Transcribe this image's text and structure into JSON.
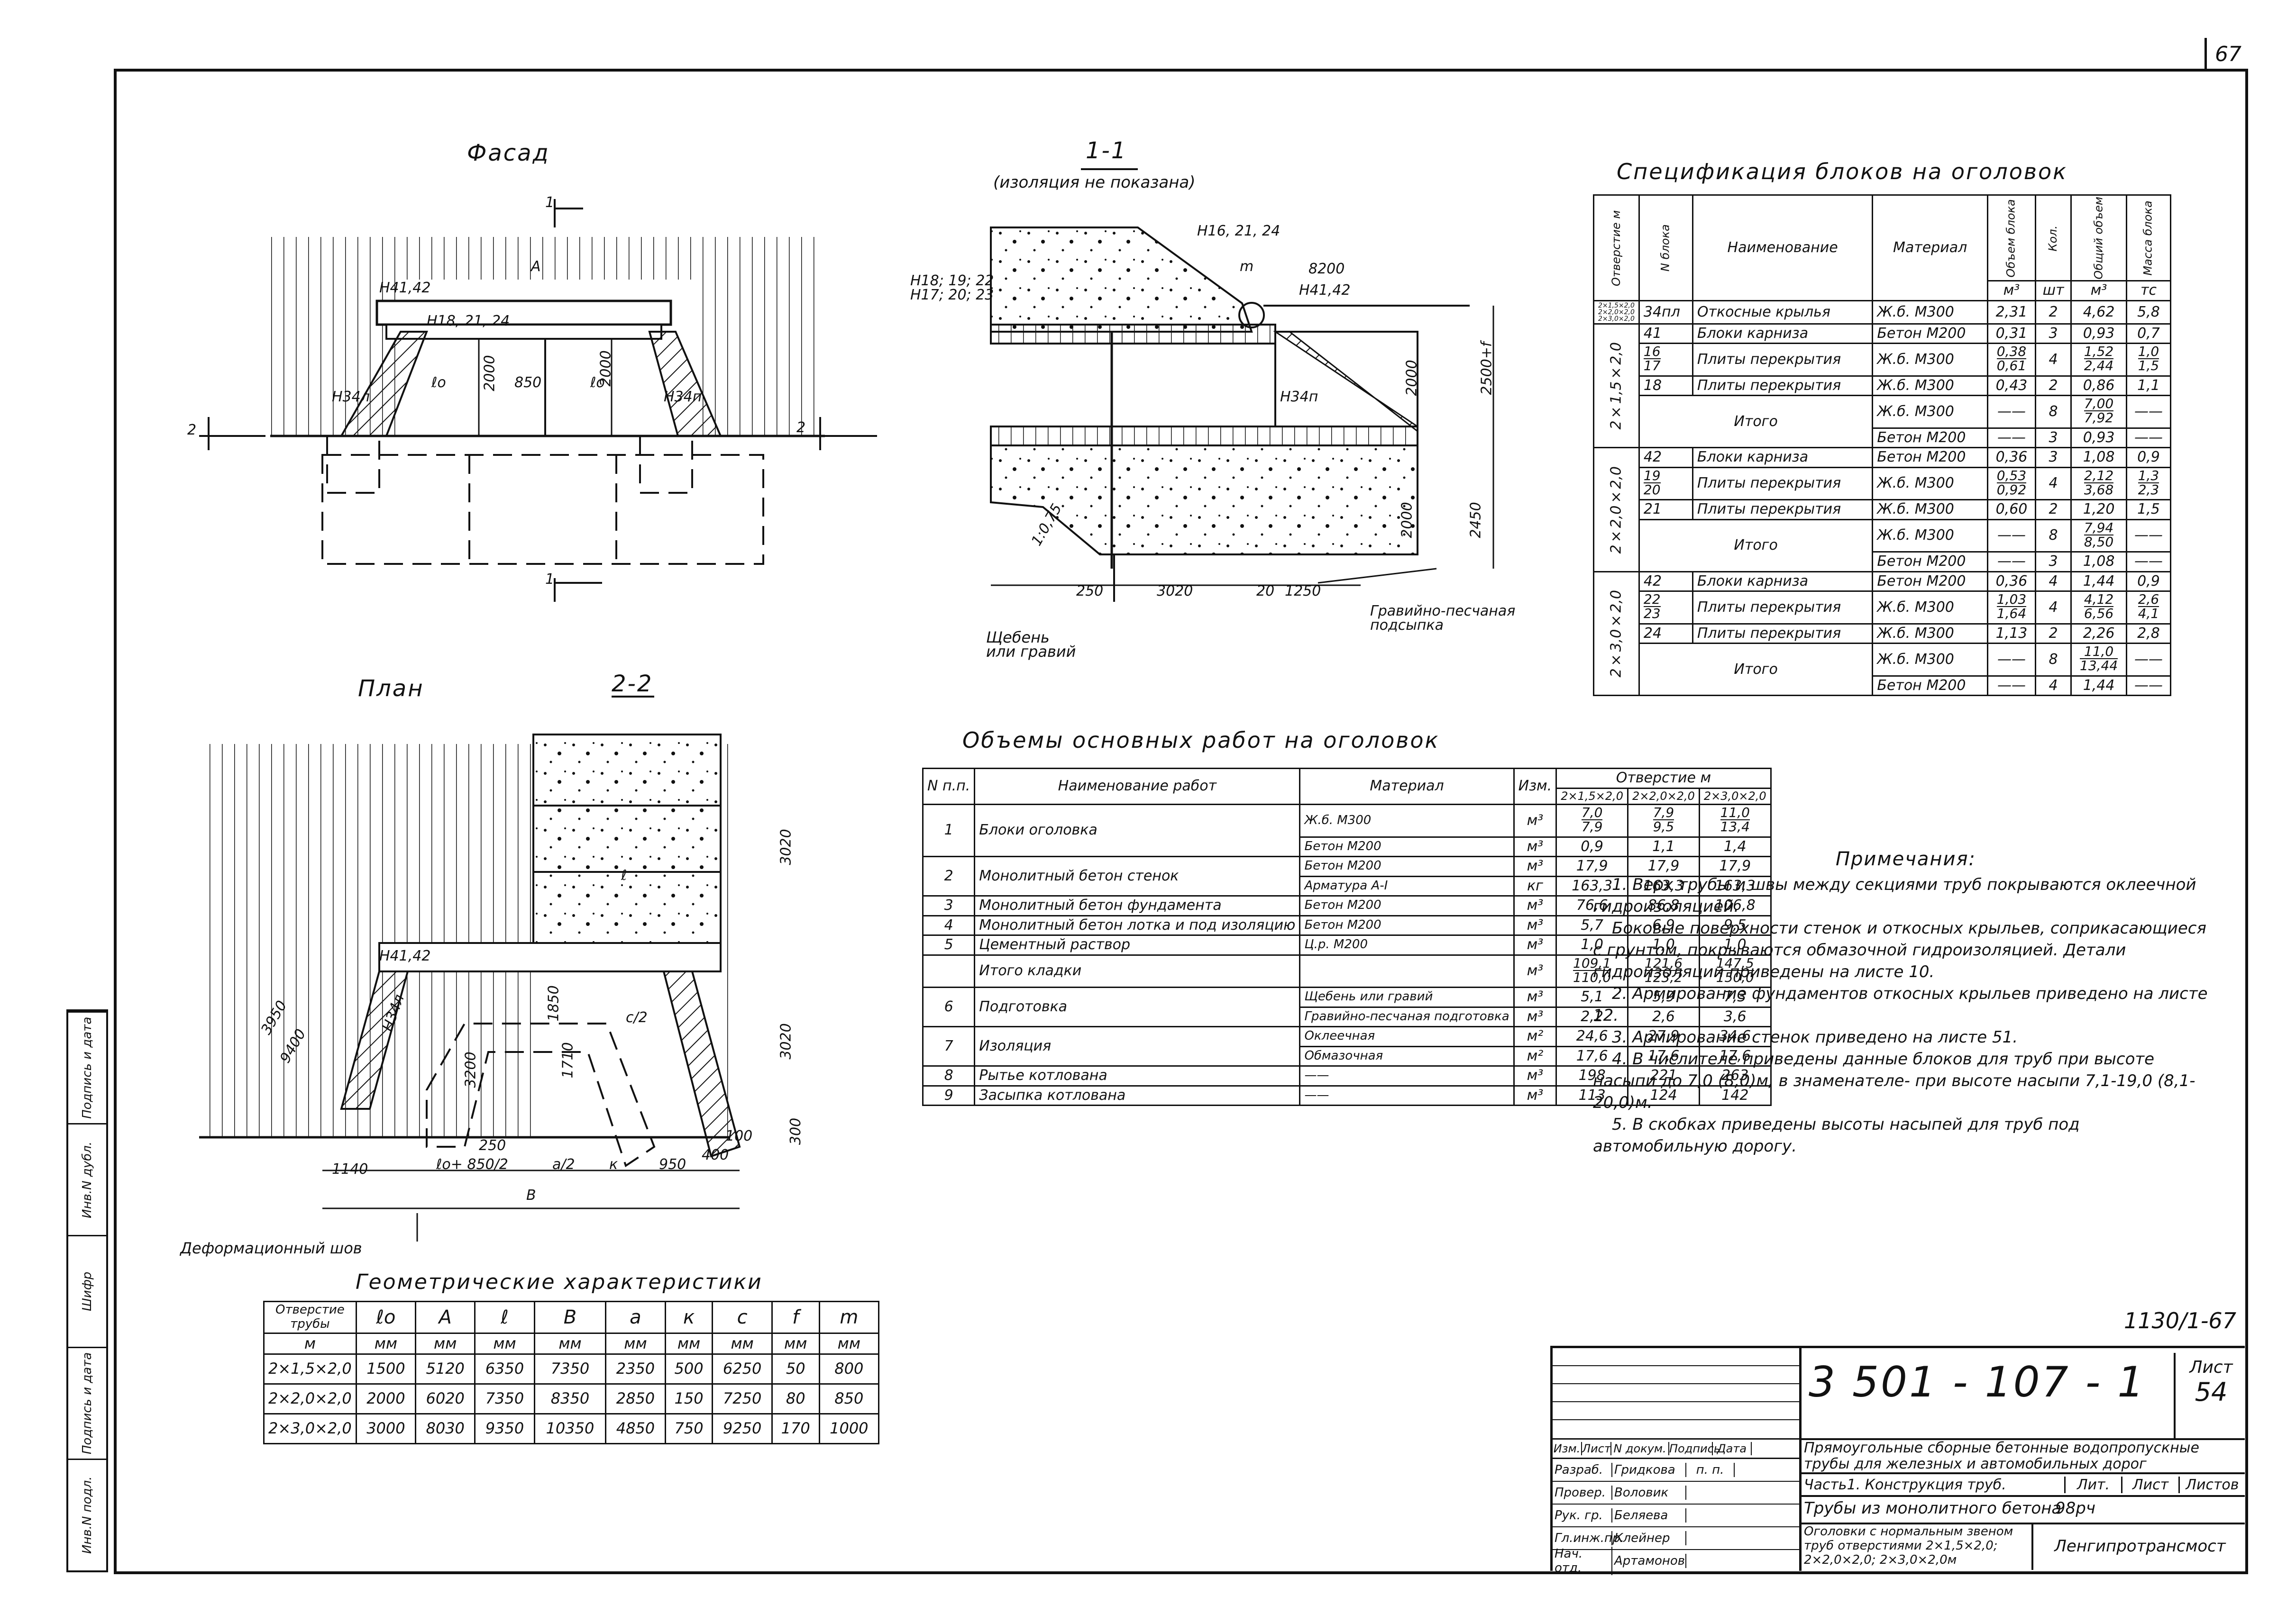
{
  "sheet_number": "67",
  "drawings": {
    "fasad": {
      "title": "Фасад",
      "labels": [
        "1",
        "1",
        "2",
        "2",
        "А",
        "Н41,42",
        "Н18, 21, 24",
        "Н34л",
        "Н34п",
        "ℓo",
        "ℓo",
        "2000",
        "850",
        "2000"
      ]
    },
    "section_1_1": {
      "title": "1-1",
      "subtitle": "(изоляция не показана)",
      "labels": [
        "Н16, 21, 24",
        "Н18; 19; 22",
        "Н17; 20; 23",
        "m",
        "8200",
        "Н41,42",
        "Н34п",
        "2000",
        "2500+f",
        "2000",
        "2450",
        "250",
        "3020",
        "20",
        "1250",
        "1:0,75"
      ],
      "callouts": [
        "Щебень или гравий",
        "Гравийно-песчаная подсыпка"
      ]
    },
    "plan": {
      "title": "План",
      "labels": [
        "Н41,42",
        "Н34л",
        "3950",
        "9400",
        "3200",
        "1850",
        "1710",
        "250",
        "1140",
        "ℓo+ 850/2",
        "a/2",
        "к",
        "950",
        "B",
        "c/2",
        "100",
        "400",
        "300"
      ],
      "callouts": [
        "Деформационный шов"
      ]
    },
    "section_2_2": {
      "title": "2-2",
      "labels": [
        "3020",
        "3020",
        "ℓ"
      ]
    }
  },
  "volumes_table": {
    "title": "Объемы основных работ на оголовок",
    "headers": {
      "num": "N п.п.",
      "name": "Наименование работ",
      "material": "Материал",
      "unit": "Изм.",
      "group": "Отверстие м",
      "cols": [
        "2×1,5×2,0",
        "2×2,0×2,0",
        "2×3,0×2,0"
      ]
    },
    "rows": [
      {
        "num": "1",
        "name": "Блоки оголовка",
        "sub": [
          {
            "material": "Ж.б. М300",
            "unit": "м³",
            "v": [
              [
                "7,0",
                "7,9"
              ],
              [
                "7,9",
                "9,5"
              ],
              [
                "11,0",
                "13,4"
              ]
            ]
          },
          {
            "material": "Бетон М200",
            "unit": "м³",
            "v": [
              "0,9",
              "1,1",
              "1,4"
            ]
          }
        ]
      },
      {
        "num": "2",
        "name": "Монолитный бетон стенок",
        "sub": [
          {
            "material": "Бетон М200",
            "unit": "м³",
            "v": [
              "17,9",
              "17,9",
              "17,9"
            ]
          },
          {
            "material": "Арматура А-I",
            "unit": "кг",
            "v": [
              "163,3",
              "163,3",
              "163,3"
            ]
          }
        ]
      },
      {
        "num": "3",
        "name": "Монолитный бетон фундамента",
        "sub": [
          {
            "material": "Бетон М200",
            "unit": "м³",
            "v": [
              "76,6",
              "86,8",
              "106,8"
            ]
          }
        ]
      },
      {
        "num": "4",
        "name": "Монолитный бетон лотка и под изоляцию",
        "sub": [
          {
            "material": "Бетон М200",
            "unit": "м³",
            "v": [
              "5,7",
              "6,9",
              "9,5"
            ]
          }
        ]
      },
      {
        "num": "5",
        "name": "Цементный раствор",
        "sub": [
          {
            "material": "Ц.р. М200",
            "unit": "м³",
            "v": [
              "1,0",
              "1,0",
              "1,0"
            ]
          }
        ]
      },
      {
        "num": "",
        "name": "Итого кладки",
        "sub": [
          {
            "material": "",
            "unit": "м³",
            "v": [
              [
                "109,1",
                "110,0"
              ],
              [
                "121,6",
                "123,2"
              ],
              [
                "147,5",
                "150,0"
              ]
            ]
          }
        ]
      },
      {
        "num": "6",
        "name": "Подготовка",
        "sub": [
          {
            "material": "Щебень или гравий",
            "unit": "м³",
            "v": [
              "5,1",
              "5,9",
              "7,3"
            ]
          },
          {
            "material": "Гравийно-песчаная подготовка",
            "unit": "м³",
            "v": [
              "2,2",
              "2,6",
              "3,6"
            ]
          }
        ]
      },
      {
        "num": "7",
        "name": "Изоляция",
        "sub": [
          {
            "material": "Оклеечная",
            "unit": "м²",
            "v": [
              "24,6",
              "27,9",
              "34,6"
            ]
          },
          {
            "material": "Обмазочная",
            "unit": "м²",
            "v": [
              "17,6",
              "17,6",
              "17,6"
            ]
          }
        ]
      },
      {
        "num": "8",
        "name": "Рытье котлована",
        "sub": [
          {
            "material": "——",
            "unit": "м³",
            "v": [
              "198",
              "221",
              "263"
            ]
          }
        ]
      },
      {
        "num": "9",
        "name": "Засыпка котлована",
        "sub": [
          {
            "material": "——",
            "unit": "м³",
            "v": [
              "113",
              "124",
              "142"
            ]
          }
        ]
      }
    ]
  },
  "spec_table": {
    "title": "Спецификация блоков на оголовок",
    "headers": {
      "opening": "Отверстие м",
      "num": "N блока",
      "name": "Наименование",
      "material": "Материал",
      "vol": "Объем блока",
      "qty": "Кол.",
      "total": "Общий объем",
      "mass": "Масса блока",
      "units": [
        "м³",
        "шт",
        "м³",
        "тс"
      ]
    },
    "top_row": {
      "opening": "2×1,5×2,0 2×2,0×2,0 2×3,0×2,0",
      "num": "34пл",
      "name": "Откосные крылья",
      "material": "Ж.б. М300",
      "vol": "2,31",
      "qty": "2",
      "total": "4,62",
      "mass": "5,8"
    },
    "groups": [
      {
        "opening": "2×1,5×2,0",
        "rows": [
          {
            "num": "41",
            "name": "Блоки карнизa",
            "material": "Бетон М200",
            "vol": "0,31",
            "qty": "3",
            "total": "0,93",
            "mass": "0,7"
          },
          {
            "num": [
              "16",
              "17"
            ],
            "name": "Плиты перекрытия",
            "material": "Ж.б. М300",
            "vol": [
              "0,38",
              "0,61"
            ],
            "qty": "4",
            "total": [
              "1,52",
              "2,44"
            ],
            "mass": [
              "1,0",
              "1,5"
            ]
          },
          {
            "num": "18",
            "name": "Плиты перекрытия",
            "material": "Ж.б. М300",
            "vol": "0,43",
            "qty": "2",
            "total": "0,86",
            "mass": "1,1"
          }
        ],
        "total": {
          "label": "Итого",
          "rows": [
            {
              "material": "Ж.б. М300",
              "vol": "——",
              "qty": "8",
              "total": [
                "7,00",
                "7,92"
              ],
              "mass": "——"
            },
            {
              "material": "Бетон М200",
              "vol": "——",
              "qty": "3",
              "total": "0,93",
              "mass": "——"
            }
          ]
        }
      },
      {
        "opening": "2×2,0×2,0",
        "rows": [
          {
            "num": "42",
            "name": "Блоки карнизa",
            "material": "Бетон М200",
            "vol": "0,36",
            "qty": "3",
            "total": "1,08",
            "mass": "0,9"
          },
          {
            "num": [
              "19",
              "20"
            ],
            "name": "Плиты перекрытия",
            "material": "Ж.б. М300",
            "vol": [
              "0,53",
              "0,92"
            ],
            "qty": "4",
            "total": [
              "2,12",
              "3,68"
            ],
            "mass": [
              "1,3",
              "2,3"
            ]
          },
          {
            "num": "21",
            "name": "Плиты перекрытия",
            "material": "Ж.б. М300",
            "vol": "0,60",
            "qty": "2",
            "total": "1,20",
            "mass": "1,5"
          }
        ],
        "total": {
          "label": "Итого",
          "rows": [
            {
              "material": "Ж.б. М300",
              "vol": "——",
              "qty": "8",
              "total": [
                "7,94",
                "8,50"
              ],
              "mass": "——"
            },
            {
              "material": "Бетон М200",
              "vol": "——",
              "qty": "3",
              "total": "1,08",
              "mass": "——"
            }
          ]
        }
      },
      {
        "opening": "2×3,0×2,0",
        "rows": [
          {
            "num": "42",
            "name": "Блоки карнизa",
            "material": "Бетон М200",
            "vol": "0,36",
            "qty": "4",
            "total": "1,44",
            "mass": "0,9"
          },
          {
            "num": [
              "22",
              "23"
            ],
            "name": "Плиты перекрытия",
            "material": "Ж.б. М300",
            "vol": [
              "1,03",
              "1,64"
            ],
            "qty": "4",
            "total": [
              "4,12",
              "6,56"
            ],
            "mass": [
              "2,6",
              "4,1"
            ]
          },
          {
            "num": "24",
            "name": "Плиты перекрытия",
            "material": "Ж.б. М300",
            "vol": "1,13",
            "qty": "2",
            "total": "2,26",
            "mass": "2,8"
          }
        ],
        "total": {
          "label": "Итого",
          "rows": [
            {
              "material": "Ж.б. М300",
              "vol": "——",
              "qty": "8",
              "total": [
                "11,0",
                "13,44"
              ],
              "mass": "——"
            },
            {
              "material": "Бетон М200",
              "vol": "——",
              "qty": "4",
              "total": "1,44",
              "mass": "——"
            }
          ]
        }
      }
    ]
  },
  "notes": {
    "title": "Примечания:",
    "items": [
      "1. Верх трубы и швы между секциями труб покрываются оклеечной гидроизоляцией.",
      "Боковые поверхности стенок и откосных крыльев, соприкасающиеся с грунтом, покрываются обмазочной гидроизоляцией. Детали гидроизоляции приведены на листе 10.",
      "2. Армирование фундаментов откосных крыльев приведено на листе 12.",
      "3. Армирование стенок приведено на листе 51.",
      "4. В числителе приведены данные блоков для труб при высоте насыпи до 7,0 (8,0)м, в знаменателе- при высоте насыпи 7,1-19,0 (8,1-20,0)м.",
      "5. В скобках приведены высоты насыпей для труб под автомобильную дорогу."
    ]
  },
  "geom_table": {
    "title": "Геометрические характеристики",
    "headers": [
      "Отверстие трубы",
      "ℓo",
      "A",
      "ℓ",
      "B",
      "a",
      "к",
      "c",
      "f",
      "m"
    ],
    "units": [
      "м",
      "мм",
      "мм",
      "мм",
      "мм",
      "мм",
      "мм",
      "мм",
      "мм",
      "мм"
    ],
    "rows": [
      [
        "2×1,5×2,0",
        "1500",
        "5120",
        "6350",
        "7350",
        "2350",
        "500",
        "6250",
        "50",
        "800"
      ],
      [
        "2×2,0×2,0",
        "2000",
        "6020",
        "7350",
        "8350",
        "2850",
        "150",
        "7250",
        "80",
        "850"
      ],
      [
        "2×3,0×2,0",
        "3000",
        "8030",
        "9350",
        "10350",
        "4850",
        "750",
        "9250",
        "170",
        "1000"
      ]
    ]
  },
  "title_block": {
    "code_top": "1130/1-67",
    "doc_number": "3 501 - 107 - 1",
    "sheet_label": "Лист",
    "sheet_value": "54",
    "project_title": "Прямоугольные сборные бетонные водопропускные трубы для железных и автомобильных дорог",
    "part": "Часть1. Конструкция труб.",
    "lit": "Лит.",
    "list": "Лист",
    "listov": "Листов",
    "drawing_title": "Трубы из монолитного бетона",
    "drawing_code": "98рч",
    "drawing_desc": "Оголовки с нормальным звеном труб отверстиями 2×1,5×2,0; 2×2,0×2,0; 2×3,0×2,0м",
    "org": "Ленгипротрансмост",
    "sig_headers": [
      "Изм.",
      "Лист",
      "N докум.",
      "Подпись",
      "Дата"
    ],
    "people": [
      {
        "role": "Разраб.",
        "name": "Гридкова",
        "sig": "п. п."
      },
      {
        "role": "Провер.",
        "name": "Воловик",
        "sig": ""
      },
      {
        "role": "Рук. гр.",
        "name": "Беляева",
        "sig": ""
      },
      {
        "role": "Гл.инж.пр.",
        "name": "Клейнер",
        "sig": ""
      },
      {
        "role": "Нач. отд.",
        "name": "Артамонов",
        "sig": ""
      }
    ]
  },
  "margin_stamp": [
    "Подпись и дата",
    "Инв.N дубл.",
    "Шифр",
    "Подпись и дата",
    "Инв.N подл."
  ]
}
